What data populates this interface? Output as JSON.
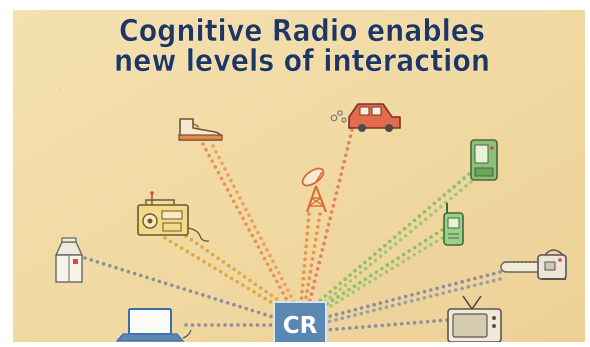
{
  "slide": {
    "title_line1": "Cognitive Radio enables",
    "title_line2": "new levels of interaction"
  },
  "hub": {
    "label": "CR",
    "icon": "cognitive-radio-hub"
  },
  "devices": [
    "shoe-icon",
    "car-icon",
    "satellite-dish-tower-icon",
    "pda-icon",
    "radio-icon",
    "walkie-talkie-icon",
    "milk-carton-icon",
    "chainsaw-icon",
    "laptop-icon",
    "tv-icon"
  ],
  "colors": {
    "background": "#f1dba5",
    "title": "#1f3660",
    "hub_fill": "#5b87b3",
    "hub_text": "#ffffff",
    "link_orange": "#e8924a",
    "link_coral": "#e67e62",
    "link_gold": "#e3a645",
    "link_green": "#8cbf66",
    "link_gray": "#8c909c"
  }
}
